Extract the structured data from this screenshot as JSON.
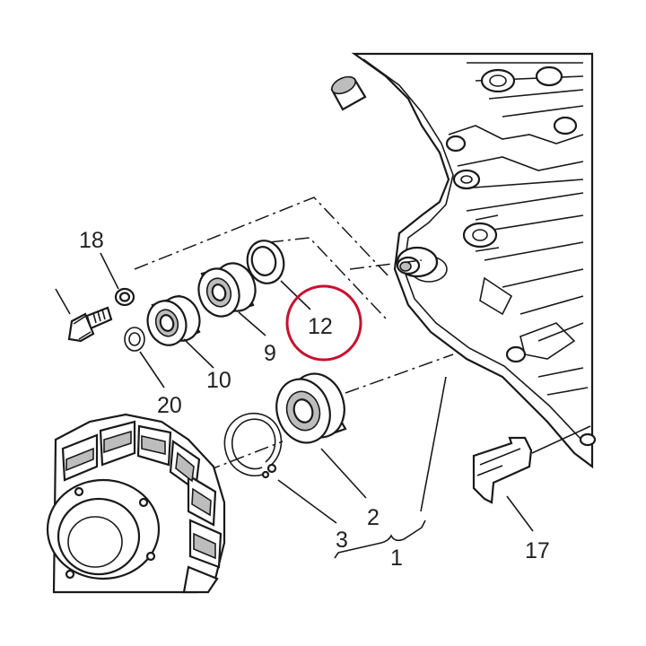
{
  "callouts": {
    "c18": "18",
    "c20": "20",
    "c10": "10",
    "c9": "9",
    "c12": "12",
    "c2": "2",
    "c3": "3",
    "c1": "1",
    "c17": "17"
  },
  "highlight": {
    "target": "12",
    "color": "#c8102e"
  }
}
